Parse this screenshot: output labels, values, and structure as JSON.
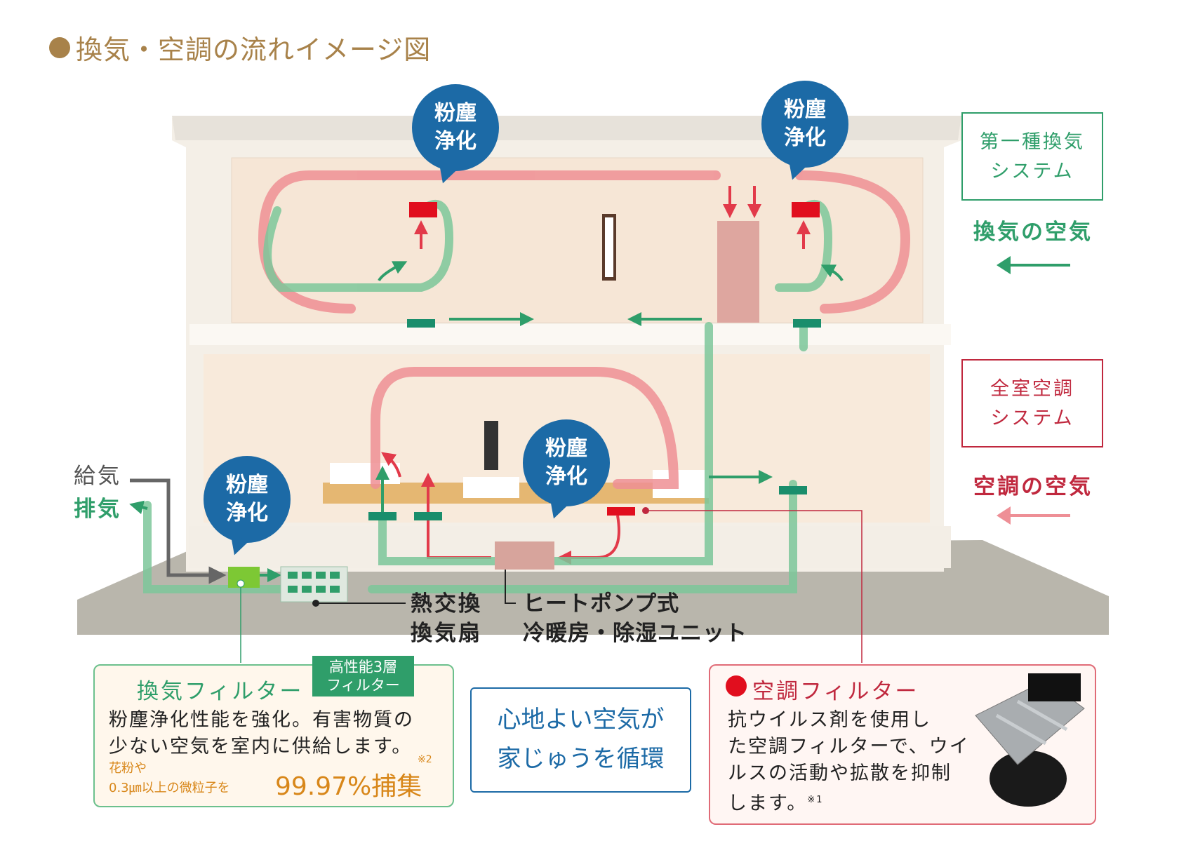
{
  "title": "換気・空調の流れイメージ図",
  "bubbles": [
    "粉塵",
    "浄化"
  ],
  "side": {
    "vent_system": [
      "第一種換気",
      "システム"
    ],
    "vent_air": "換気の空気",
    "ac_system": [
      "全室空調",
      "システム"
    ],
    "ac_air": "空調の空気"
  },
  "left_labels": {
    "supply": "給気",
    "exhaust": "排気"
  },
  "units": {
    "heat_exchange": [
      "熱交換",
      "換気扇"
    ],
    "heat_pump": [
      "ヒートポンプ式",
      "冷暖房・除湿ユニット"
    ]
  },
  "vent_filter": {
    "title": "換気フィルター",
    "badge": [
      "高性能3層",
      "フィルター"
    ],
    "text": [
      "粉塵浄化性能を強化。有害物質の",
      "少ない空気を室内に供給します。"
    ],
    "note1": "花粉や",
    "note2": "0.3㎛以上の微粒子を",
    "capture": "99.97%捕集",
    "ref": "※2"
  },
  "center_msg": [
    "心地よい空気が",
    "家じゅうを循環"
  ],
  "ac_filter": {
    "title": "空調フィルター",
    "text": [
      "抗ウイルス剤を使用し",
      "た空調フィルターで、ウイ",
      "ルスの活動や拡散を抑制",
      "します。"
    ],
    "ref": "※1"
  },
  "colors": {
    "green": "#2f9e6a",
    "red": "#e23a4a",
    "blue": "#1c6aa6",
    "gold": "#a8824a",
    "ac_red": "#c0283e"
  }
}
